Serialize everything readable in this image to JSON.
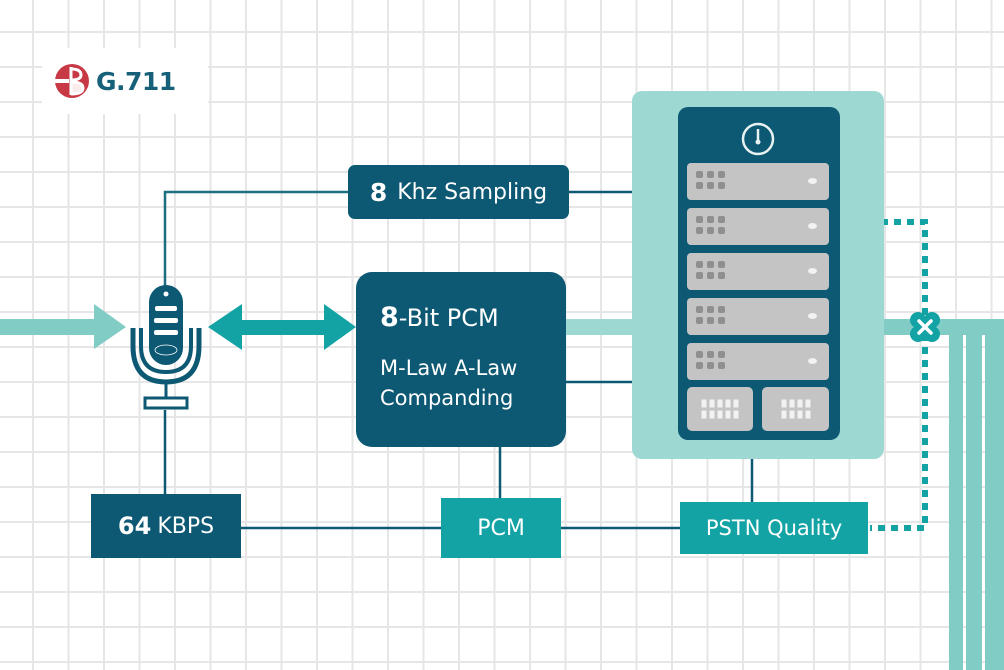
{
  "logo": {
    "icon": "g711-badge-icon",
    "title": "G.711"
  },
  "colors": {
    "dark_blue": "#0d5873",
    "teal": "#14a3a5",
    "light_teal": "#9dd8d2",
    "logo_red": "#c73a45",
    "server_gray": "#c4c4c4"
  },
  "nodes": {
    "sampling": {
      "number": "8",
      "label": "Khz Sampling"
    },
    "pcm_block": {
      "title_bold": "8",
      "title_rest": "-Bit PCM",
      "line1": "M-Law A-Law",
      "line2": "Companding"
    },
    "bitrate": {
      "number": "64",
      "label": "KBPS"
    },
    "pcm": {
      "label": "PCM"
    },
    "pstn": {
      "label": "PSTN Quality"
    }
  },
  "icons": {
    "microphone": "microphone-icon",
    "power": "power-icon",
    "server_rack": "server-rack-icon",
    "junction": "junction-x-icon",
    "input_arrow": "arrow-right-icon",
    "bidirectional_arrow": "arrow-left-right-icon"
  },
  "server": {
    "unit_count": 5,
    "bottom_modules": 2
  }
}
